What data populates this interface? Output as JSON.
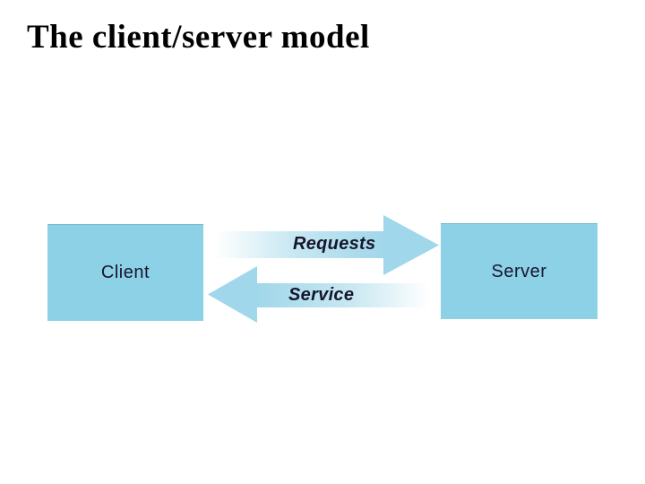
{
  "title": "The client/server model",
  "diagram": {
    "client_box": {
      "label": "Client"
    },
    "server_box": {
      "label": "Server"
    },
    "requests_arrow": {
      "label": "Requests",
      "direction": "left-to-right",
      "from": "Client",
      "to": "Server"
    },
    "service_arrow": {
      "label": "Service",
      "direction": "right-to-left",
      "from": "Server",
      "to": "Client"
    },
    "colors": {
      "background": "#FFFFFF",
      "box_fill": "#8DD1E7",
      "arrow_fill": "#A0D7EA",
      "label_text": "#16162D",
      "title_text": "#000000"
    }
  }
}
